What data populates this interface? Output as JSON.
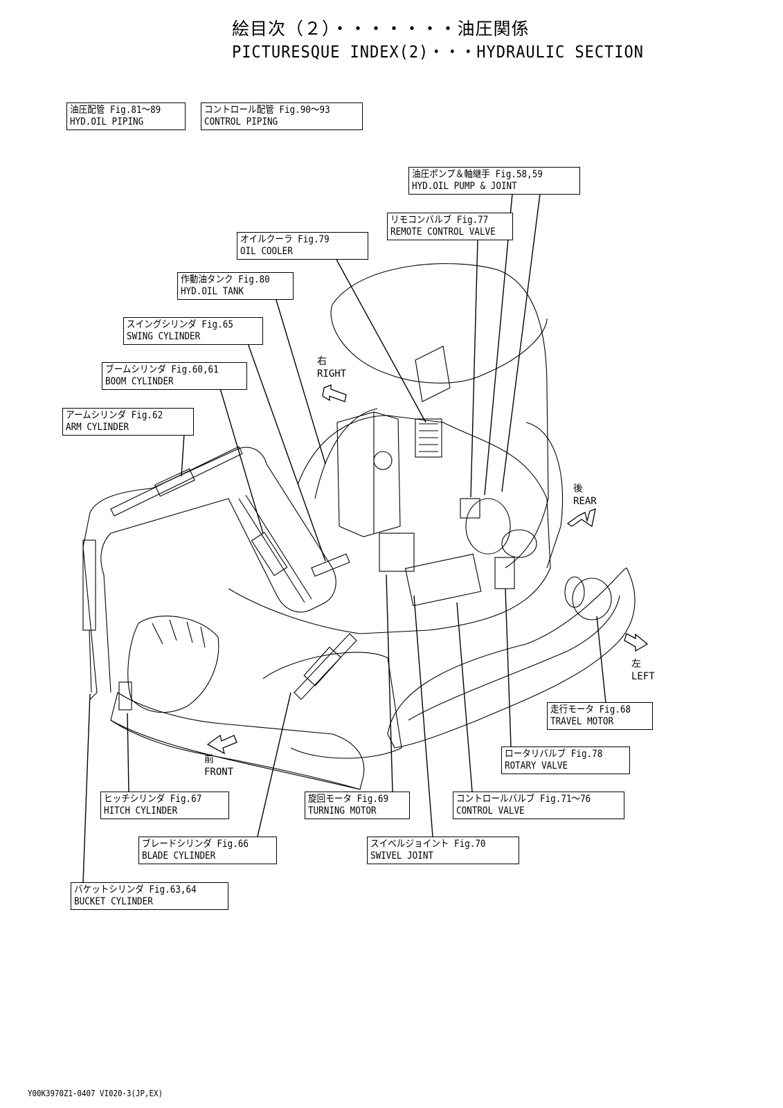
{
  "title": {
    "jp": "絵目次（２）・・・・・・・油圧関係",
    "en": "PICTURESQUE INDEX(2)・・・HYDRAULIC SECTION"
  },
  "labels": {
    "hyd_oil_piping": {
      "jp": "油圧配管 Fig.81～89",
      "en": "HYD.OIL PIPING"
    },
    "control_piping": {
      "jp": "コントロール配管 Fig.90～93",
      "en": "CONTROL PIPING"
    },
    "hyd_oil_pump": {
      "jp": "油圧ポンプ＆軸継手 Fig.58,59",
      "en": "HYD.OIL PUMP & JOINT"
    },
    "remote_control_valve": {
      "jp": "リモコンバルブ Fig.77",
      "en": "REMOTE CONTROL VALVE"
    },
    "oil_cooler": {
      "jp": "オイルクーラ Fig.79",
      "en": "OIL COOLER"
    },
    "hyd_oil_tank": {
      "jp": "作動油タンク Fig.80",
      "en": "HYD.OIL TANK"
    },
    "swing_cylinder": {
      "jp": "スイングシリンダ Fig.65",
      "en": "SWING CYLINDER"
    },
    "boom_cylinder": {
      "jp": "ブームシリンダ Fig.60,61",
      "en": "BOOM CYLINDER"
    },
    "arm_cylinder": {
      "jp": "アームシリンダ Fig.62",
      "en": "ARM CYLINDER"
    },
    "travel_motor": {
      "jp": "走行モータ Fig.68",
      "en": "TRAVEL MOTOR"
    },
    "rotary_valve": {
      "jp": "ロータリバルブ Fig.78",
      "en": "ROTARY VALVE"
    },
    "hitch_cylinder": {
      "jp": "ヒッチシリンダ Fig.67",
      "en": "HITCH CYLINDER"
    },
    "turning_motor": {
      "jp": "旋回モータ Fig.69",
      "en": "TURNING MOTOR"
    },
    "control_valve": {
      "jp": "コントロールバルブ Fig.71～76",
      "en": "CONTROL VALVE"
    },
    "blade_cylinder": {
      "jp": "ブレードシリンダ Fig.66",
      "en": "BLADE CYLINDER"
    },
    "swivel_joint": {
      "jp": "スイベルジョイント Fig.70",
      "en": "SWIVEL JOINT"
    },
    "bucket_cylinder": {
      "jp": "バケットシリンダ Fig.63,64",
      "en": "BUCKET CYLINDER"
    }
  },
  "directions": {
    "right": {
      "jp": "右",
      "en": "RIGHT"
    },
    "rear": {
      "jp": "後",
      "en": "REAR"
    },
    "left": {
      "jp": "左",
      "en": "LEFT"
    },
    "front": {
      "jp": "前",
      "en": "FRONT"
    }
  },
  "footer": "Y00K3970Z1-0407 VI020-3(JP,EX)"
}
